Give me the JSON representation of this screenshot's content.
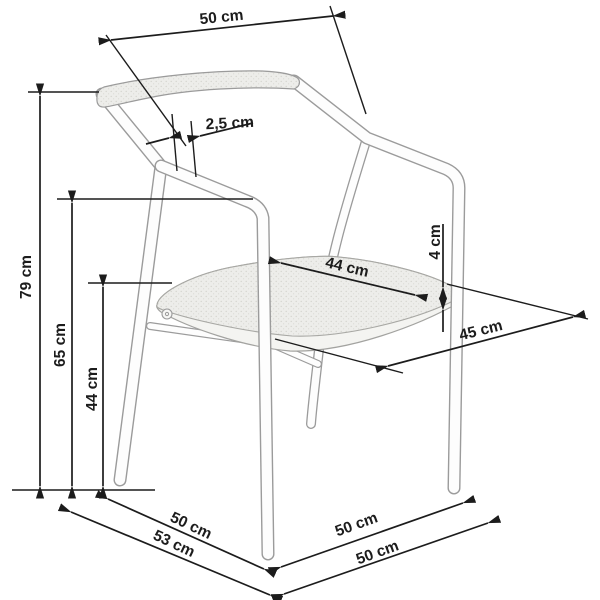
{
  "diagram": {
    "subject": "armchair dimension diagram",
    "unit": "cm",
    "labels": {
      "back_width": "50 cm",
      "frame_offset": "2,5 cm",
      "total_height": "79 cm",
      "armrest_height": "65 cm",
      "seat_height": "44 cm",
      "cushion_thickness": "4 cm",
      "seat_width": "44 cm",
      "seat_depth": "45 cm",
      "base_side_inner": "50 cm",
      "base_side_outer": "53 cm",
      "base_front_inner": "50 cm",
      "base_front_outer": "50 cm"
    },
    "colors": {
      "background": "#ffffff",
      "dimension_lines": "#1c1c1c",
      "frame_outline": "#9b9b9b",
      "upholstery_fill": "#ededea"
    }
  }
}
